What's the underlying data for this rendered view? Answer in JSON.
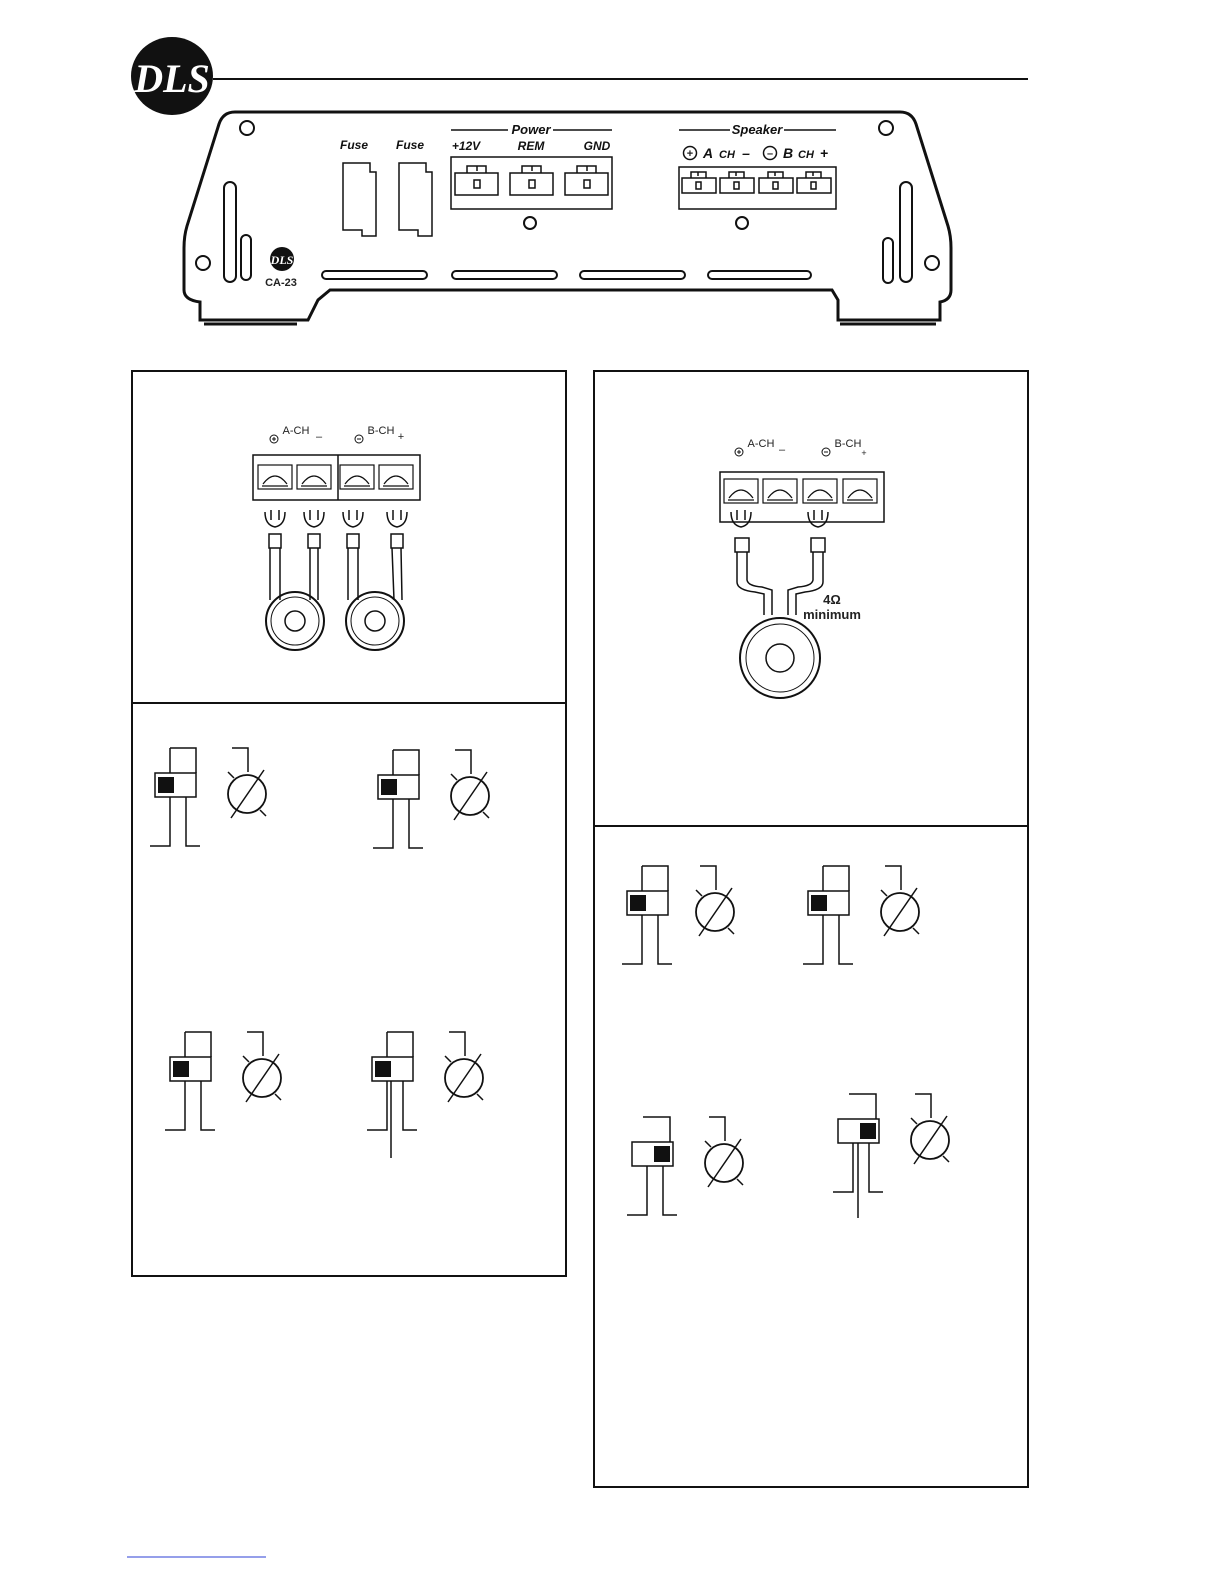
{
  "header": {
    "logo_letters": "DLS"
  },
  "amp_panel": {
    "fuse_labels": [
      "Fuse",
      "Fuse"
    ],
    "power": {
      "title": "Power",
      "terminals": [
        "+12V",
        "REM",
        "GND"
      ]
    },
    "speaker": {
      "title": "Speaker",
      "a_label": "A",
      "b_label": "B",
      "ch_label": "CH",
      "plus": "+",
      "minus": "–"
    },
    "model": "CA-23"
  },
  "stereo_diagram": {
    "a_ch": "A-CH",
    "b_ch": "B-CH",
    "minus": "–",
    "plus": "+"
  },
  "bridged_diagram": {
    "a_ch": "A-CH",
    "b_ch": "B-CH",
    "minus": "–",
    "plus": "+",
    "impedance_line1": "4Ω",
    "impedance_line2": "minimum"
  },
  "colors": {
    "ink": "#111111",
    "link_underline": "#2b3fd6"
  }
}
